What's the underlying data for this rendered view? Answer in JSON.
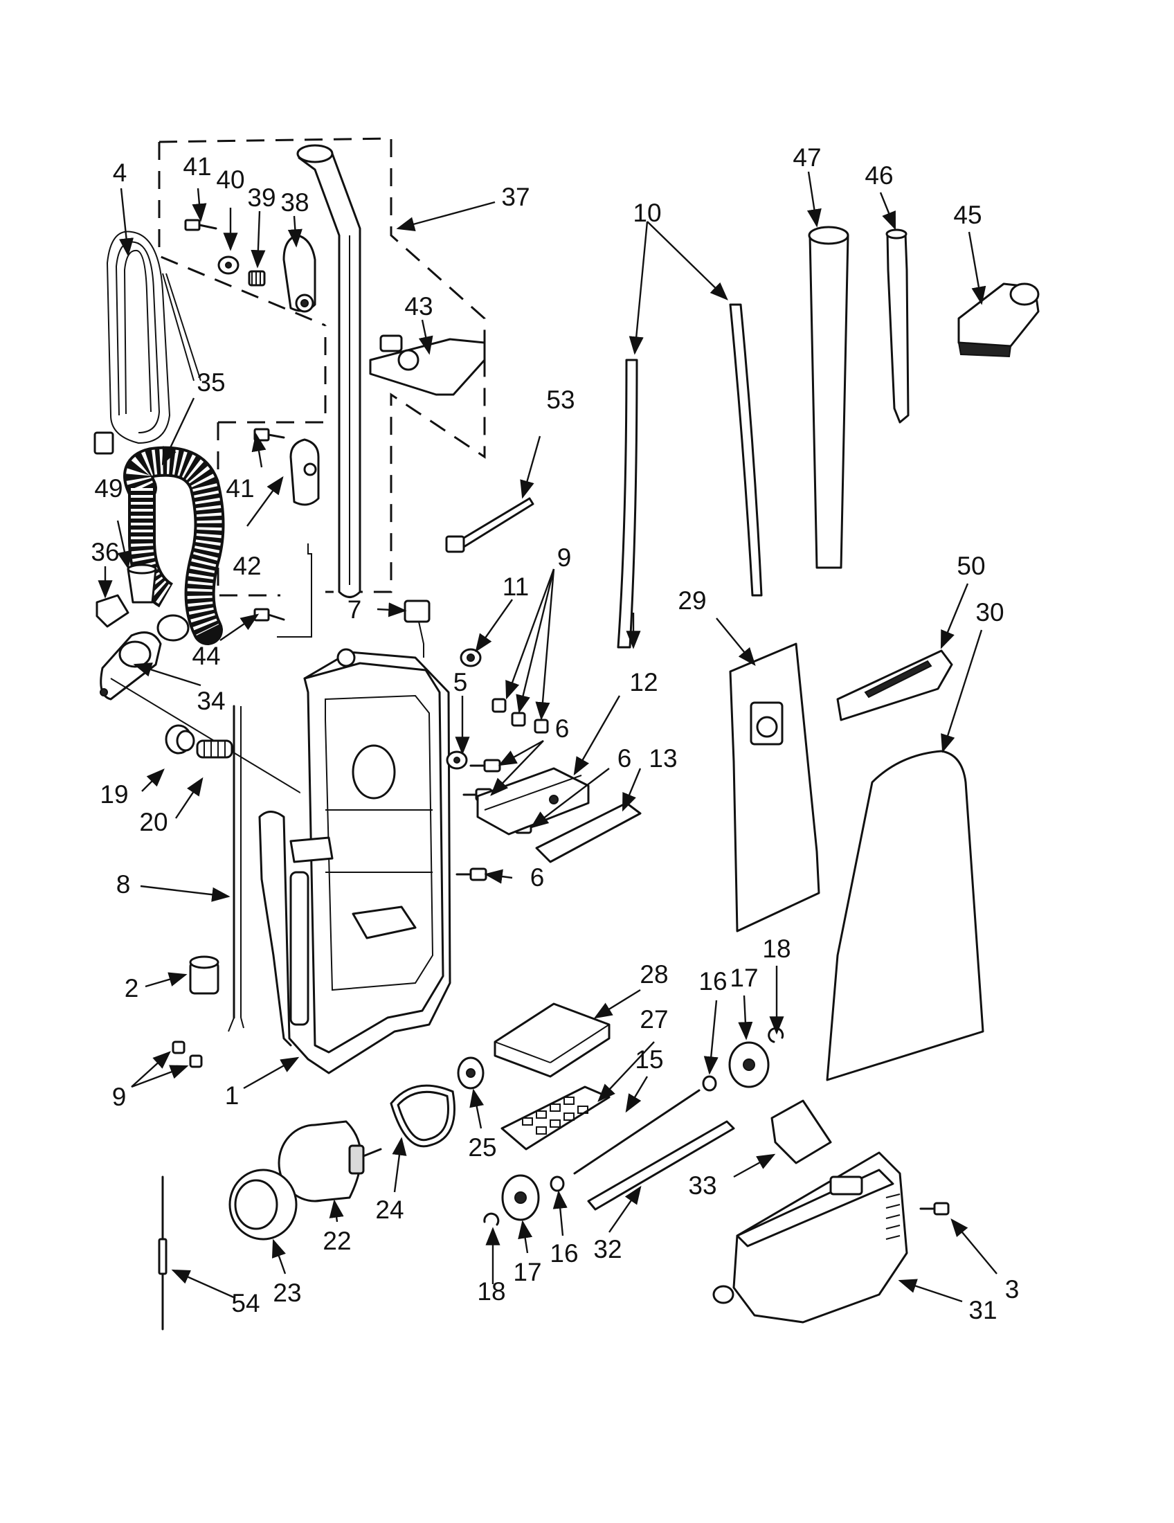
{
  "diagram": {
    "labels": [
      {
        "id": "1",
        "text": "1"
      },
      {
        "id": "2",
        "text": "2"
      },
      {
        "id": "3",
        "text": "3"
      },
      {
        "id": "4",
        "text": "4"
      },
      {
        "id": "5",
        "text": "5"
      },
      {
        "id": "6a",
        "text": "6"
      },
      {
        "id": "6b",
        "text": "6"
      },
      {
        "id": "6c",
        "text": "6"
      },
      {
        "id": "6d",
        "text": "6"
      },
      {
        "id": "7",
        "text": "7"
      },
      {
        "id": "8",
        "text": "8"
      },
      {
        "id": "9a",
        "text": "9"
      },
      {
        "id": "9b",
        "text": "9"
      },
      {
        "id": "10",
        "text": "10"
      },
      {
        "id": "11",
        "text": "11"
      },
      {
        "id": "12",
        "text": "12"
      },
      {
        "id": "13",
        "text": "13"
      },
      {
        "id": "15",
        "text": "15"
      },
      {
        "id": "16a",
        "text": "16"
      },
      {
        "id": "16b",
        "text": "16"
      },
      {
        "id": "17a",
        "text": "17"
      },
      {
        "id": "17b",
        "text": "17"
      },
      {
        "id": "18a",
        "text": "18"
      },
      {
        "id": "18b",
        "text": "18"
      },
      {
        "id": "19",
        "text": "19"
      },
      {
        "id": "20",
        "text": "20"
      },
      {
        "id": "22",
        "text": "22"
      },
      {
        "id": "23",
        "text": "23"
      },
      {
        "id": "24",
        "text": "24"
      },
      {
        "id": "25",
        "text": "25"
      },
      {
        "id": "27",
        "text": "27"
      },
      {
        "id": "28",
        "text": "28"
      },
      {
        "id": "29",
        "text": "29"
      },
      {
        "id": "30",
        "text": "30"
      },
      {
        "id": "31",
        "text": "31"
      },
      {
        "id": "32",
        "text": "32"
      },
      {
        "id": "33",
        "text": "33"
      },
      {
        "id": "34",
        "text": "34"
      },
      {
        "id": "35",
        "text": "35"
      },
      {
        "id": "36",
        "text": "36"
      },
      {
        "id": "37",
        "text": "37"
      },
      {
        "id": "38",
        "text": "38"
      },
      {
        "id": "39",
        "text": "39"
      },
      {
        "id": "40",
        "text": "40"
      },
      {
        "id": "41a",
        "text": "41"
      },
      {
        "id": "41b",
        "text": "41"
      },
      {
        "id": "42",
        "text": "42"
      },
      {
        "id": "43",
        "text": "43"
      },
      {
        "id": "44",
        "text": "44"
      },
      {
        "id": "45",
        "text": "45"
      },
      {
        "id": "46",
        "text": "46"
      },
      {
        "id": "47",
        "text": "47"
      },
      {
        "id": "49",
        "text": "49"
      },
      {
        "id": "50",
        "text": "50"
      },
      {
        "id": "53",
        "text": "53"
      },
      {
        "id": "54",
        "text": "54"
      }
    ]
  }
}
